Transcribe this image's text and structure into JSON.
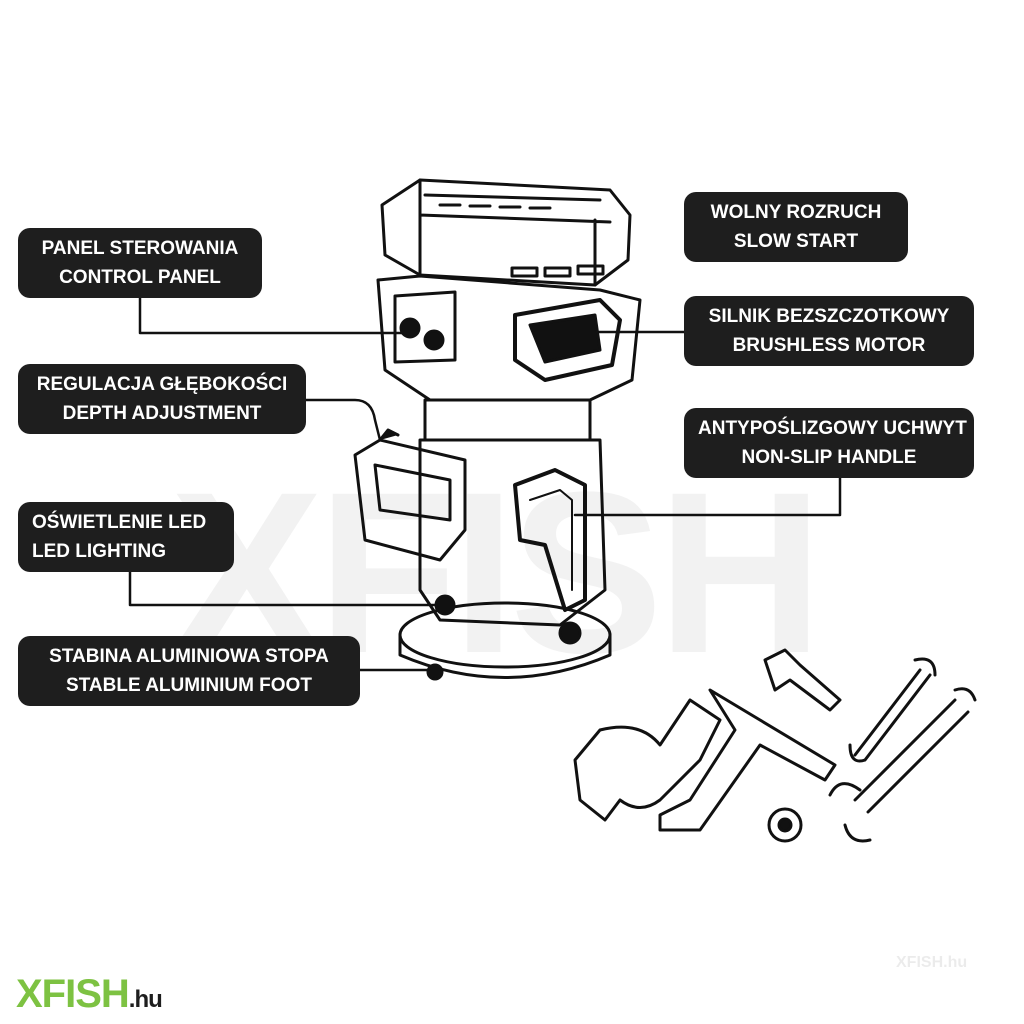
{
  "labels": {
    "control_panel": {
      "pl": "PANEL STEROWANIA",
      "en": "CONTROL PANEL"
    },
    "depth_adjustment": {
      "pl": "REGULACJA GŁĘBOKOŚCI",
      "en": "DEPTH ADJUSTMENT"
    },
    "led_lighting": {
      "pl": "OŚWIETLENIE LED",
      "en": "LED LIGHTING"
    },
    "aluminium_foot": {
      "pl": "STABINA ALUMINIOWA STOPA",
      "en": "STABLE ALUMINIUM FOOT"
    },
    "slow_start": {
      "pl": "WOLNY ROZRUCH",
      "en": "SLOW START"
    },
    "brushless_motor": {
      "pl": "SILNIK BEZSZCZOTKOWY",
      "en": "BRUSHLESS MOTOR"
    },
    "non_slip_handle": {
      "pl": "ANTYPOŚLIZGOWY UCHWYT",
      "en": "NON-SLIP HANDLE"
    }
  },
  "logo": {
    "brand": "XFISH",
    "tld": ".hu"
  },
  "colors": {
    "label_bg": "#1e1e1e",
    "brand_green": "#7dc242"
  }
}
